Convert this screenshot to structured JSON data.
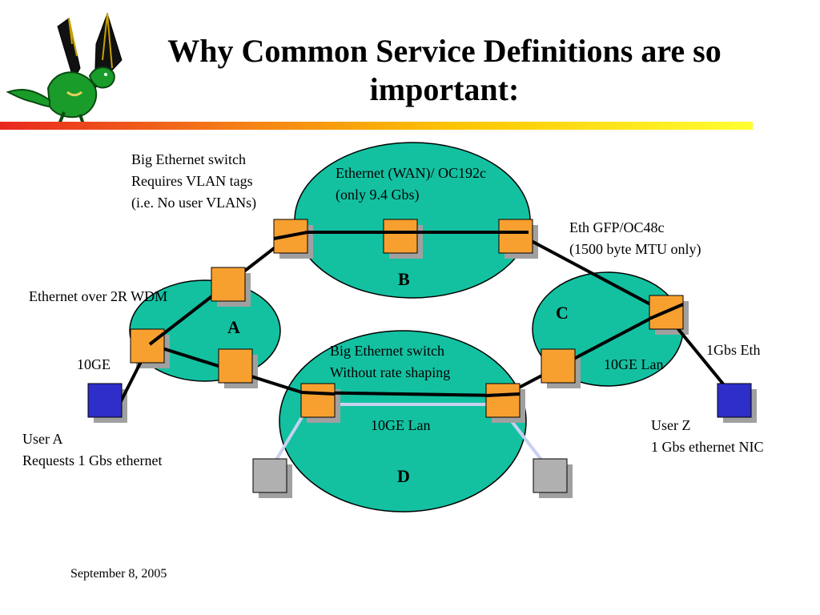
{
  "title": "Why Common Service Definitions are so important:",
  "colors": {
    "cloud_fill": "#13c1a1",
    "switch_fill": "#f7a030",
    "user_fill": "#2e2ec8",
    "unused_fill": "#b0b0b0",
    "link_color": "#000000",
    "lan_link_color": "#c8d0f0"
  },
  "icons": {
    "logo": "dragon-logo"
  },
  "clouds": {
    "A": "A",
    "B": "B",
    "C": "C",
    "D": "D"
  },
  "labels": {
    "big_switch_vlan": [
      "Big Ethernet switch",
      "Requires VLAN tags",
      "(i.e. No user VLANs)"
    ],
    "wan_oc192": [
      "Ethernet (WAN)/ OC192c",
      "(only 9.4 Gbs)"
    ],
    "gfp_oc48": [
      "Eth GFP/OC48c",
      "(1500 byte MTU only)"
    ],
    "eth_over_wdm": "Ethernet over 2R WDM",
    "tenge_left": "10GE",
    "big_switch_no_shaping": [
      "Big Ethernet switch",
      "Without rate shaping"
    ],
    "tenge_lan_c": "10GE Lan",
    "tenge_lan_d": "10GE Lan",
    "one_gbs_eth": "1Gbs Eth",
    "user_a": [
      "User A",
      "Requests 1 Gbs ethernet"
    ],
    "user_z": [
      "User Z",
      "1 Gbs ethernet NIC"
    ]
  },
  "footer": {
    "date": "September 8, 2005"
  }
}
